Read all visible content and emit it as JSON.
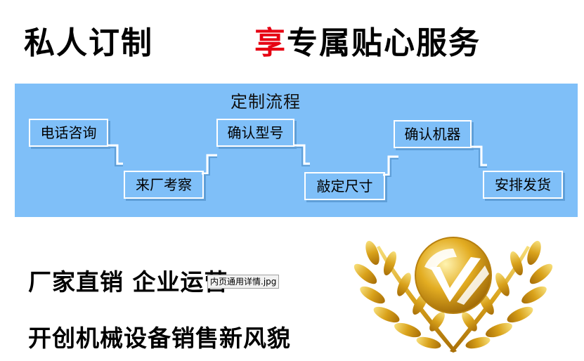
{
  "header": {
    "left_title": "私人订制",
    "right_title_accent": "享",
    "right_title_rest": "专属贴心服务"
  },
  "process": {
    "title": "定制流程",
    "steps": [
      "电话咨询",
      "来厂考察",
      "确认型号",
      "敲定尺寸",
      "确认机器",
      "安排发货"
    ]
  },
  "slogans": {
    "line1": "厂家直销  企业运营",
    "line2": "开创机械设备销售新风貌"
  },
  "image_placeholder": {
    "alt_text": "内页通用详情.jpg"
  },
  "icons": {
    "emblem": "laurel-wreath-logo-icon",
    "connector": "step-arrow-icon"
  },
  "colors": {
    "panel_background": "#7fbff8",
    "accent_red": "#e60012",
    "emblem_gold": "#d9a21b"
  }
}
